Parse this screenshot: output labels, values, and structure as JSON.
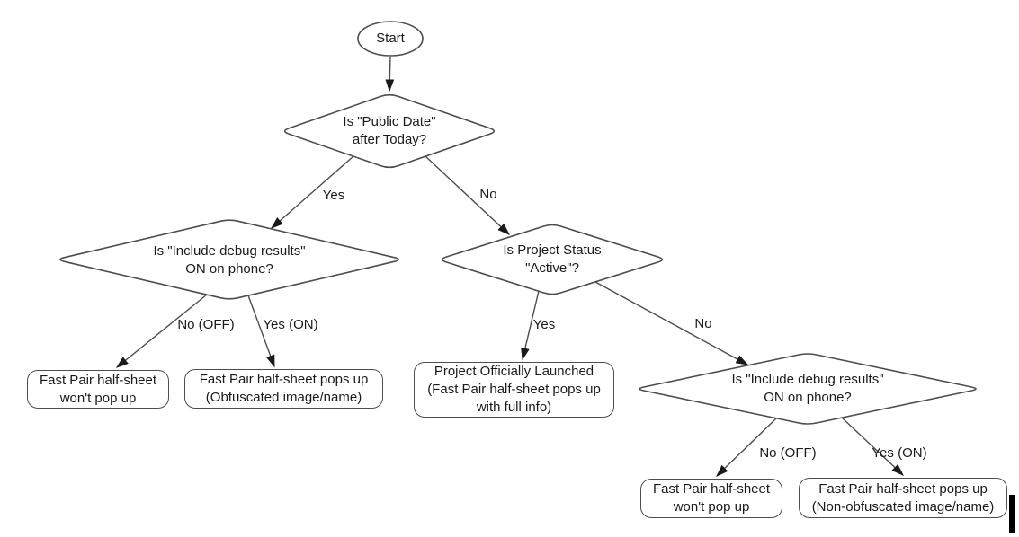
{
  "diagram": {
    "type": "flowchart",
    "colors": {
      "background": "#ffffff",
      "shape_stroke": "#4d4d4d",
      "text": "#1a1a1a",
      "arrowhead": "#1a1a1a"
    },
    "nodes": {
      "start": {
        "shape": "oval",
        "label": "Start"
      },
      "public_date": {
        "shape": "diamond",
        "line1": "Is \"Public Date\"",
        "line2": "after Today?"
      },
      "debug_left": {
        "shape": "diamond",
        "line1": "Is \"Include debug results\"",
        "line2": "ON on phone?"
      },
      "project_status": {
        "shape": "diamond",
        "line1": "Is Project Status",
        "line2": "\"Active\"?"
      },
      "debug_right": {
        "shape": "diamond",
        "line1": "Is \"Include debug results\"",
        "line2": "ON on phone?"
      },
      "no_popup_left": {
        "shape": "rounded-rect",
        "line1": "Fast Pair half-sheet",
        "line2": "won't pop up"
      },
      "obfuscated_popup": {
        "shape": "rounded-rect",
        "line1": "Fast Pair half-sheet pops up",
        "line2": "(Obfuscated image/name)"
      },
      "launched": {
        "shape": "rounded-rect",
        "line1": "Project Officially Launched",
        "line2": "(Fast Pair half-sheet pops up",
        "line3": "with full info)"
      },
      "no_popup_right": {
        "shape": "rounded-rect",
        "line1": "Fast Pair half-sheet",
        "line2": "won't pop up"
      },
      "non_obfuscated_popup": {
        "shape": "rounded-rect",
        "line1": "Fast Pair half-sheet pops up",
        "line2": "(Non-obfuscated image/name)"
      }
    },
    "edges": [
      {
        "from": "start",
        "to": "public_date",
        "label": ""
      },
      {
        "from": "public_date",
        "to": "debug_left",
        "label": "Yes"
      },
      {
        "from": "public_date",
        "to": "project_status",
        "label": "No"
      },
      {
        "from": "debug_left",
        "to": "no_popup_left",
        "label": "No (OFF)"
      },
      {
        "from": "debug_left",
        "to": "obfuscated_popup",
        "label": "Yes (ON)"
      },
      {
        "from": "project_status",
        "to": "launched",
        "label": "Yes"
      },
      {
        "from": "project_status",
        "to": "debug_right",
        "label": "No"
      },
      {
        "from": "debug_right",
        "to": "no_popup_right",
        "label": "No (OFF)"
      },
      {
        "from": "debug_right",
        "to": "non_obfuscated_popup",
        "label": "Yes (ON)"
      }
    ]
  }
}
